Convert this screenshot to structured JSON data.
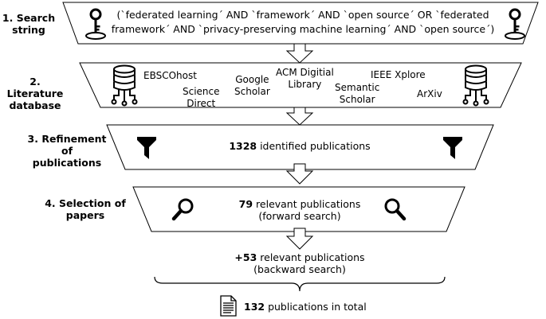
{
  "steps": [
    {
      "label_line1": "1. Search",
      "label_line2": "string"
    },
    {
      "label_line1": "2. Literature",
      "label_line2": "database"
    },
    {
      "label_line1": "3. Refinement",
      "label_line2": "of",
      "label_line3": "publications"
    },
    {
      "label_line1": "4. Selection of",
      "label_line2": "papers"
    }
  ],
  "search_string": {
    "line1": "(`federated learning´ AND `framework´ AND `open source´ OR `federated",
    "line2": "framework´ AND `privacy-preserving machine learning´ AND `open source´)"
  },
  "databases": [
    {
      "line1": "EBSCOhost"
    },
    {
      "line1": "Science",
      "line2": "Direct"
    },
    {
      "line1": "Google",
      "line2": "Scholar"
    },
    {
      "line1": "ACM Digitial",
      "line2": "Library"
    },
    {
      "line1": "Semantic",
      "line2": "Scholar"
    },
    {
      "line1": "IEEE Xplore"
    },
    {
      "line1": "ArXiv"
    }
  ],
  "refinement": {
    "count": "1328",
    "text": " identified publications"
  },
  "selection": {
    "count": "79",
    "text": " relevant publications",
    "note": "(forward search)"
  },
  "backward": {
    "count": "+53",
    "text": " relevant publications",
    "note": "(backward search)"
  },
  "total": {
    "count": "132",
    "text": " publications in total"
  },
  "icons": {
    "key": "key-icon",
    "database": "database-network-icon",
    "funnel": "funnel-icon",
    "search": "magnifier-icon",
    "document": "document-icon"
  }
}
